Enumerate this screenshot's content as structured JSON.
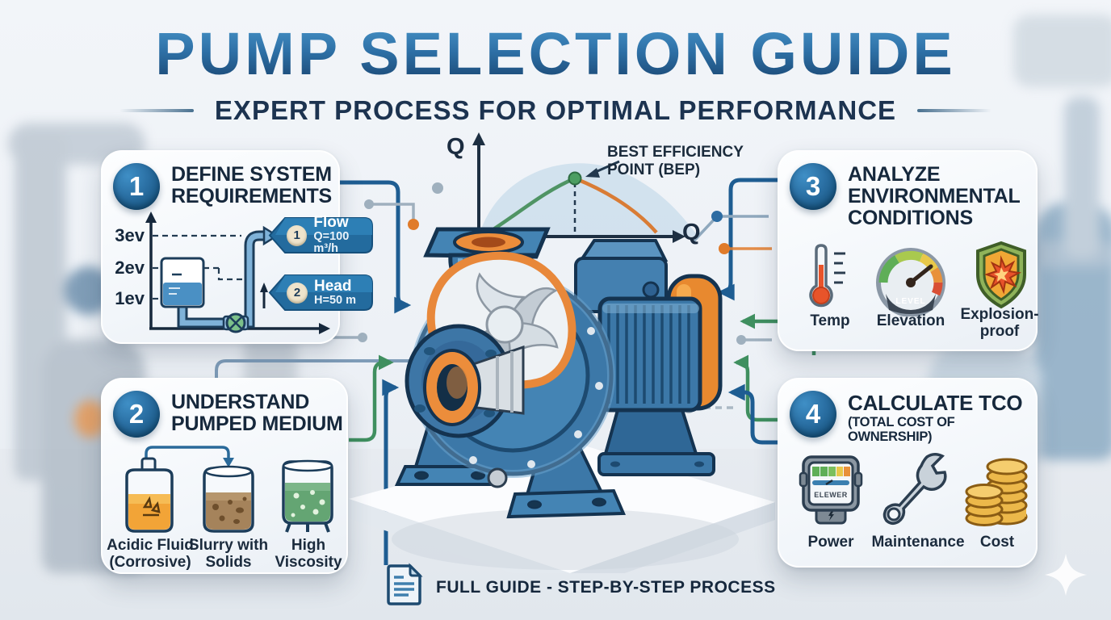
{
  "header": {
    "title": "PUMP SELECTION GUIDE",
    "subtitle": "EXPERT PROCESS FOR OPTIMAL PERFORMANCE"
  },
  "bep_chart": {
    "type": "line",
    "y_axis_label": "Q",
    "x_axis_label": "Q",
    "annotation": "BEST EFFICIENCY POINT (BEP)"
  },
  "steps": {
    "step1": {
      "number": "1",
      "title": "DEFINE SYSTEM REQUIREMENTS",
      "axis_labels": [
        "3ev",
        "2ev",
        "1ev"
      ],
      "flow_badge": {
        "number": "1",
        "label": "Flow",
        "value": "Q=100 m³/h"
      },
      "head_badge": {
        "number": "2",
        "label": "Head",
        "value": "H=50 m"
      }
    },
    "step2": {
      "number": "2",
      "title": "UNDERSTAND PUMPED MEDIUM",
      "items": [
        {
          "icon": "acid-beaker-icon",
          "label": "Acidic Fluid (Corrosive)"
        },
        {
          "icon": "slurry-beaker-icon",
          "label": "Slurry with Solids"
        },
        {
          "icon": "viscous-tank-icon",
          "label": "High Viscosity"
        }
      ]
    },
    "step3": {
      "number": "3",
      "title": "ANALYZE ENVIRONMENTAL CONDITIONS",
      "gauge_label": "LEVEL",
      "items": [
        {
          "icon": "thermometer-icon",
          "label": "Temp"
        },
        {
          "icon": "gauge-icon",
          "label": "Elevation"
        },
        {
          "icon": "explosion-shield-icon",
          "label": "Explosion-proof"
        }
      ]
    },
    "step4": {
      "number": "4",
      "title": "CALCULATE TCO",
      "subtitle": "(TOTAL COST OF OWNERSHIP)",
      "meter_label": "ELEWER",
      "items": [
        {
          "icon": "power-meter-icon",
          "label": "Power"
        },
        {
          "icon": "wrench-icon",
          "label": "Maintenance"
        },
        {
          "icon": "coins-icon",
          "label": "Cost"
        }
      ]
    }
  },
  "footer": {
    "text": "FULL GUIDE - STEP-BY-STEP PROCESS"
  },
  "colors": {
    "title_blue": "#2d6fa5",
    "navy": "#16283c",
    "accent_blue": "#1e5d92",
    "accent_green": "#3f8f5f",
    "accent_orange": "#e07b2a",
    "pump_blue": "#3c78a8",
    "pump_orange": "#ec8d3b"
  }
}
